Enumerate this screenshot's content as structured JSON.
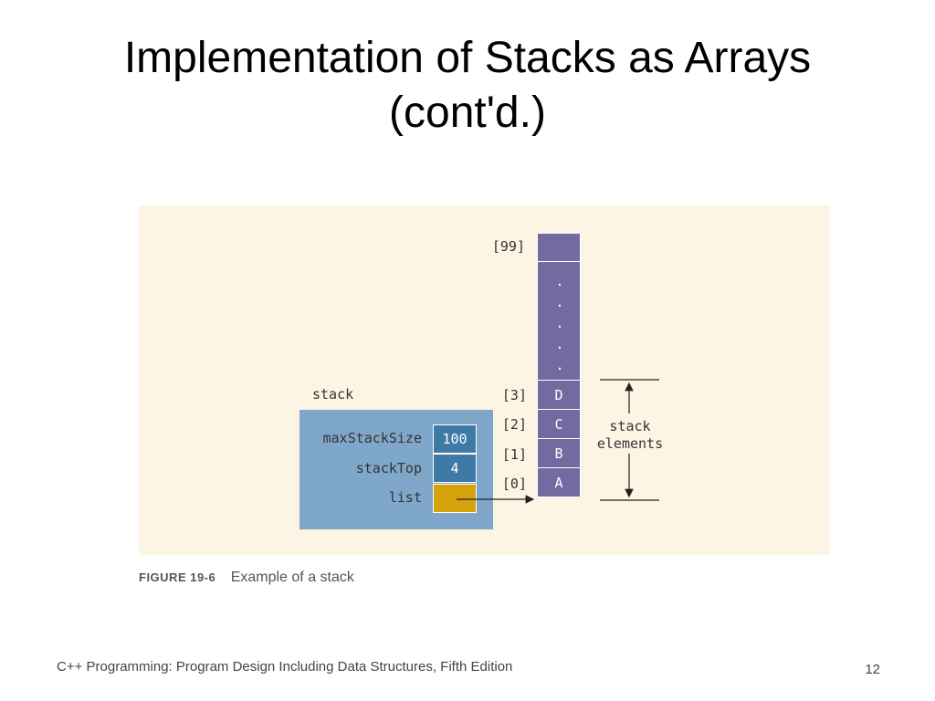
{
  "slide": {
    "title_line1": "Implementation of Stacks as Arrays",
    "title_line2": "(cont'd.)",
    "footer_text": "C++ Programming: Program Design Including Data Structures, Fifth Edition",
    "page_number": "12"
  },
  "figure": {
    "caption_number": "FIGURE 19-6",
    "caption_text": "Example of a stack",
    "stack_label": "stack",
    "fields": [
      {
        "label": "maxStackSize",
        "value": "100"
      },
      {
        "label": "stackTop",
        "value": "4"
      },
      {
        "label": "list",
        "value": ""
      }
    ],
    "array": {
      "top_index": "[99]",
      "ellipsis": [
        ".",
        ".",
        ".",
        ".",
        "."
      ],
      "indices": [
        "[3]",
        "[2]",
        "[1]",
        "[0]"
      ],
      "values": [
        "D",
        "C",
        "B",
        "A"
      ]
    },
    "brace_label_line1": "stack",
    "brace_label_line2": "elements"
  },
  "colors": {
    "figure_bg": "#fdf5e4",
    "stack_box": "#7fa7c9",
    "value_cell": "#3f7aa7",
    "pointer_cell": "#d4a20b",
    "array_cell": "#736aa2"
  }
}
